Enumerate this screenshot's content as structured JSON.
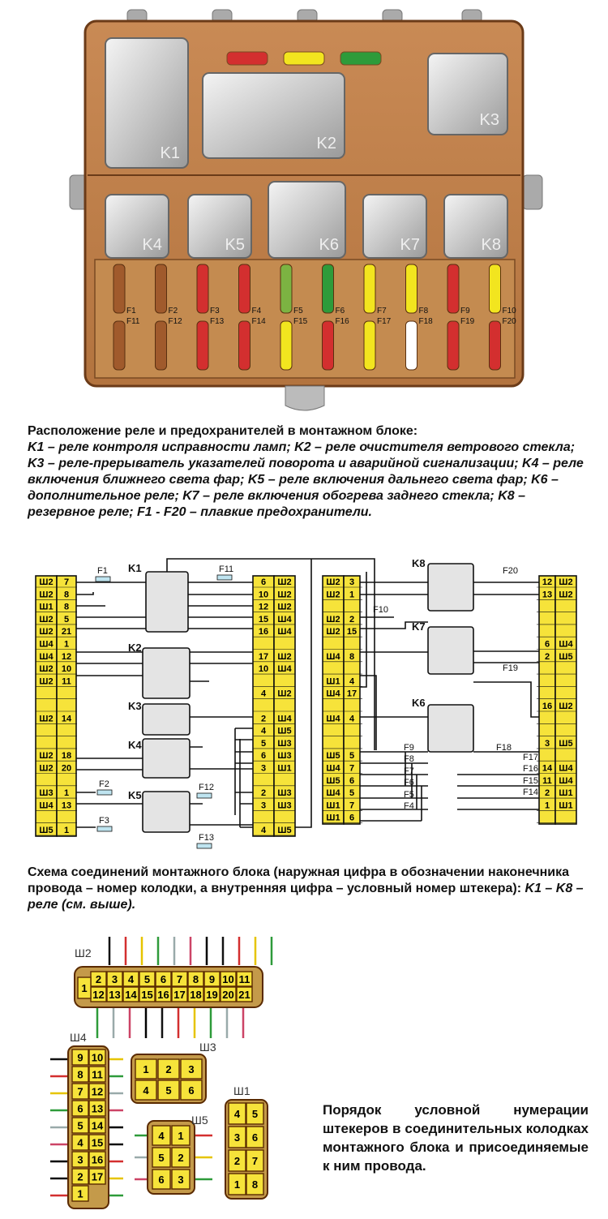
{
  "block": {
    "relays_top": [
      {
        "id": "K1",
        "label": "K1"
      },
      {
        "id": "K2",
        "label": "K2"
      },
      {
        "id": "K3",
        "label": "K3"
      }
    ],
    "relays_mid": [
      {
        "id": "K4",
        "label": "K4"
      },
      {
        "id": "K5",
        "label": "K5"
      },
      {
        "id": "K6",
        "label": "K6"
      },
      {
        "id": "K7",
        "label": "K7"
      },
      {
        "id": "K8",
        "label": "K8"
      }
    ],
    "fuses_top": [
      "F1",
      "F2",
      "F3",
      "F4",
      "F5",
      "F6",
      "F7",
      "F8",
      "F9",
      "F10"
    ],
    "fuses_bottom": [
      "F11",
      "F12",
      "F13",
      "F14",
      "F15",
      "F16",
      "F17",
      "F18",
      "F19",
      "F20"
    ],
    "fuse_colors_top": [
      "#a05a2c",
      "#a05a2c",
      "#d32f2f",
      "#d32f2f",
      "#7cb342",
      "#2e9b3a",
      "#f2e51f",
      "#f2e51f",
      "#d32f2f",
      "#f2e51f"
    ],
    "fuse_colors_bottom": [
      "#a05a2c",
      "#a05a2c",
      "#d32f2f",
      "#d32f2f",
      "#f2e51f",
      "#d32f2f",
      "#f2e51f",
      "#ffffff",
      "#d32f2f",
      "#d32f2f"
    ],
    "spare_fuse_colors": [
      "#d32f2f",
      "#f2e51f",
      "#2e9b3a"
    ]
  },
  "caption1": {
    "title": "Расположение реле и предохранителей в монтажном блоке:",
    "body": "K1 – реле контроля исправности ламп; K2 – реле очистителя ветрового стекла; K3 – реле-прерыватель указателей поворота и аварийной сигнализации; K4 – реле включения ближнего света фар; K5 – реле включения дальнего света фар; K6 – дополнительное реле; K7 – реле включения обогрева заднего стекла; K8 – резервное реле; F1 - F20 – плавкие предохранители."
  },
  "schematic": {
    "left_pins": [
      [
        "Ш2",
        "7"
      ],
      [
        "Ш2",
        "8"
      ],
      [
        "Ш1",
        "8"
      ],
      [
        "Ш2",
        "5"
      ],
      [
        "Ш2",
        "21"
      ],
      [
        "Ш4",
        "1"
      ],
      [
        "Ш4",
        "12"
      ],
      [
        "Ш2",
        "10"
      ],
      [
        "Ш2",
        "11"
      ],
      [
        "",
        ""
      ],
      [
        "",
        ""
      ],
      [
        "Ш2",
        "14"
      ],
      [
        "",
        ""
      ],
      [
        "",
        ""
      ],
      [
        "Ш2",
        "18"
      ],
      [
        "Ш2",
        "20"
      ],
      [
        "",
        ""
      ],
      [
        "Ш3",
        "1"
      ],
      [
        "Ш4",
        "13"
      ],
      [
        "",
        ""
      ],
      [
        "Ш5",
        "1"
      ]
    ],
    "mid_pins": [
      [
        "6",
        "Ш2"
      ],
      [
        "10",
        "Ш2"
      ],
      [
        "12",
        "Ш2"
      ],
      [
        "15",
        "Ш4"
      ],
      [
        "16",
        "Ш4"
      ],
      [
        "",
        ""
      ],
      [
        "17",
        "Ш2"
      ],
      [
        "10",
        "Ш4"
      ],
      [
        "",
        ""
      ],
      [
        "4",
        "Ш2"
      ],
      [
        "",
        ""
      ],
      [
        "2",
        "Ш4"
      ],
      [
        "4",
        "Ш5"
      ],
      [
        "5",
        "Ш3"
      ],
      [
        "6",
        "Ш3"
      ],
      [
        "3",
        "Ш1"
      ],
      [
        "",
        ""
      ],
      [
        "2",
        "Ш3"
      ],
      [
        "3",
        "Ш3"
      ],
      [
        "",
        ""
      ],
      [
        "4",
        "Ш5"
      ]
    ],
    "right_left_pins": [
      [
        "Ш2",
        "3"
      ],
      [
        "Ш2",
        "1"
      ],
      [
        "",
        ""
      ],
      [
        "Ш2",
        "2"
      ],
      [
        "Ш2",
        "15"
      ],
      [
        "",
        ""
      ],
      [
        "Ш4",
        "8"
      ],
      [
        "",
        ""
      ],
      [
        "Ш1",
        "4"
      ],
      [
        "Ш4",
        "17"
      ],
      [
        "",
        ""
      ],
      [
        "Ш4",
        "4"
      ],
      [
        "",
        ""
      ],
      [
        "",
        ""
      ],
      [
        "Ш5",
        "5"
      ],
      [
        "Ш4",
        "7"
      ],
      [
        "Ш5",
        "6"
      ],
      [
        "Ш4",
        "5"
      ],
      [
        "Ш1",
        "7"
      ],
      [
        "Ш1",
        "6"
      ]
    ],
    "right_pins": [
      [
        "12",
        "Ш2"
      ],
      [
        "13",
        "Ш2"
      ],
      [
        "",
        ""
      ],
      [
        "",
        ""
      ],
      [
        "",
        ""
      ],
      [
        "6",
        "Ш4"
      ],
      [
        "2",
        "Ш5"
      ],
      [
        "",
        ""
      ],
      [
        "",
        ""
      ],
      [
        "",
        ""
      ],
      [
        "16",
        "Ш2"
      ],
      [
        "",
        ""
      ],
      [
        "",
        ""
      ],
      [
        "3",
        "Ш5"
      ],
      [
        "",
        ""
      ],
      [
        "14",
        "Ш4"
      ],
      [
        "11",
        "Ш4"
      ],
      [
        "2",
        "Ш1"
      ],
      [
        "1",
        "Ш1"
      ],
      [
        "",
        ""
      ]
    ],
    "fuse_labels_left": [
      "F1",
      "F11",
      "F2",
      "F12",
      "F3",
      "F13"
    ],
    "fuse_labels_right": [
      "F20",
      "F10",
      "F19",
      "F18",
      "F9",
      "F8",
      "F7",
      "F6",
      "F5",
      "F4",
      "F17",
      "F16",
      "F15",
      "F14"
    ],
    "relays": [
      "K1",
      "K2",
      "K3",
      "K4",
      "K5",
      "K6",
      "K7",
      "K8"
    ]
  },
  "caption2": {
    "text": "Схема соединений монтажного блока (наружная цифра в обозначении наконечника провода – номер колодки, а внутренняя цифра – условный номер штекера): ",
    "italic": "K1 – K8 – реле (см. выше)."
  },
  "connectors": {
    "sh2_label": "Ш2",
    "sh2_top": [
      "2",
      "3",
      "4",
      "5",
      "6",
      "7",
      "8",
      "9",
      "10",
      "11"
    ],
    "sh2_bottom": [
      "12",
      "13",
      "14",
      "15",
      "16",
      "17",
      "18",
      "19",
      "20",
      "21"
    ],
    "sh2_side": "1",
    "sh4_label": "Ш4",
    "sh4_rows": [
      [
        "9",
        "10"
      ],
      [
        "8",
        "11"
      ],
      [
        "7",
        "12"
      ],
      [
        "6",
        "13"
      ],
      [
        "5",
        "14"
      ],
      [
        "4",
        "15"
      ],
      [
        "3",
        "16"
      ],
      [
        "2",
        "17"
      ],
      [
        "1",
        ""
      ]
    ],
    "sh3_label": "Ш3",
    "sh3_rows": [
      [
        "1",
        "2",
        "3"
      ],
      [
        "4",
        "5",
        "6"
      ]
    ],
    "sh5_label": "Ш5",
    "sh5_rows": [
      [
        "4",
        "1"
      ],
      [
        "5",
        "2"
      ],
      [
        "6",
        "3"
      ]
    ],
    "sh1_label": "Ш1",
    "sh1_rows": [
      [
        "4",
        "5"
      ],
      [
        "3",
        "6"
      ],
      [
        "2",
        "7"
      ],
      [
        "1",
        "8"
      ]
    ]
  },
  "caption3": "Порядок условной нумерации штекеров в соединительных колодках монтажного блока и присоединяемые к ним провода."
}
